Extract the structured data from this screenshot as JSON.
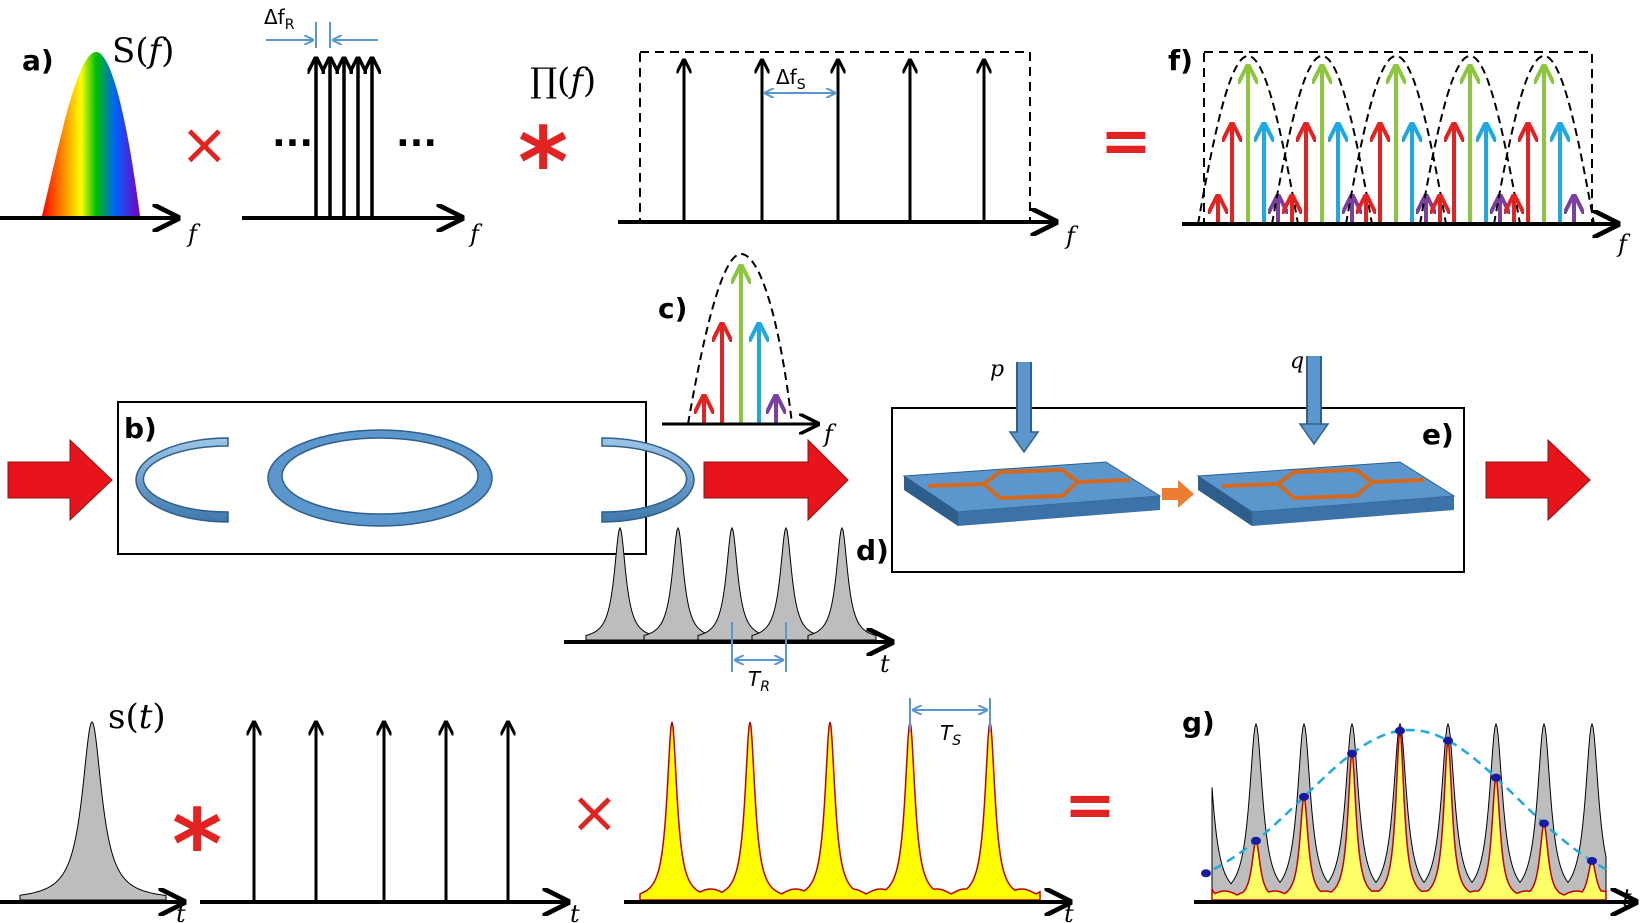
{
  "panels": {
    "a": "a)",
    "b": "b)",
    "c": "c)",
    "d": "d)",
    "e": "e)",
    "f": "f)",
    "g": "g)"
  },
  "math": {
    "S_of_f": "S(𝑓)",
    "Pi_of_f": "∏(𝑓)",
    "s_of_t": "s(𝑡)"
  },
  "axes": {
    "f": "f",
    "t": "t"
  },
  "intervals": {
    "dfR": "Δf",
    "dfR_sub": "R",
    "dfS": "Δf",
    "dfS_sub": "S",
    "TR": "T",
    "TR_sub": "R",
    "TS": "T",
    "TS_sub": "S"
  },
  "ports": {
    "p": "p",
    "q": "q"
  },
  "operators": {
    "times": "×",
    "convolve": "*",
    "equals": "=",
    "ellipsis": "..."
  },
  "colors": {
    "red_arrow": "#e8141b",
    "waveguide_blue": "#5b97cc",
    "mzi_orange": "#d2691e",
    "green": "#8cc63f",
    "red": "#e32222",
    "cyan": "#1fa9e0",
    "purple": "#7b3f9e",
    "gray_pulse": "#bdbdbd",
    "yellow_pulse": "#ffff00"
  }
}
